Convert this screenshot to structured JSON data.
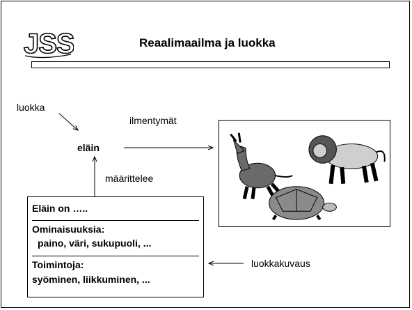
{
  "slide": {
    "logo_text": "JSS",
    "title": "Reaalimaailma ja luokka"
  },
  "diagram": {
    "class_label": "luokka",
    "class_name": "eläin",
    "instances_label": "ilmentymät",
    "defines_label": "määrittelee",
    "class_description_label": "luokkakuvaus",
    "class_box": {
      "header": "Eläin on …..",
      "attributes_title": "Ominaisuuksia:",
      "attributes": "paino, väri, sukupuoli, ...",
      "operations_title": "Toimintoja:",
      "operations": "syöminen, liikkuminen, ..."
    },
    "instances": [
      "donkey-icon",
      "lion-icon",
      "tortoise-icon"
    ]
  }
}
